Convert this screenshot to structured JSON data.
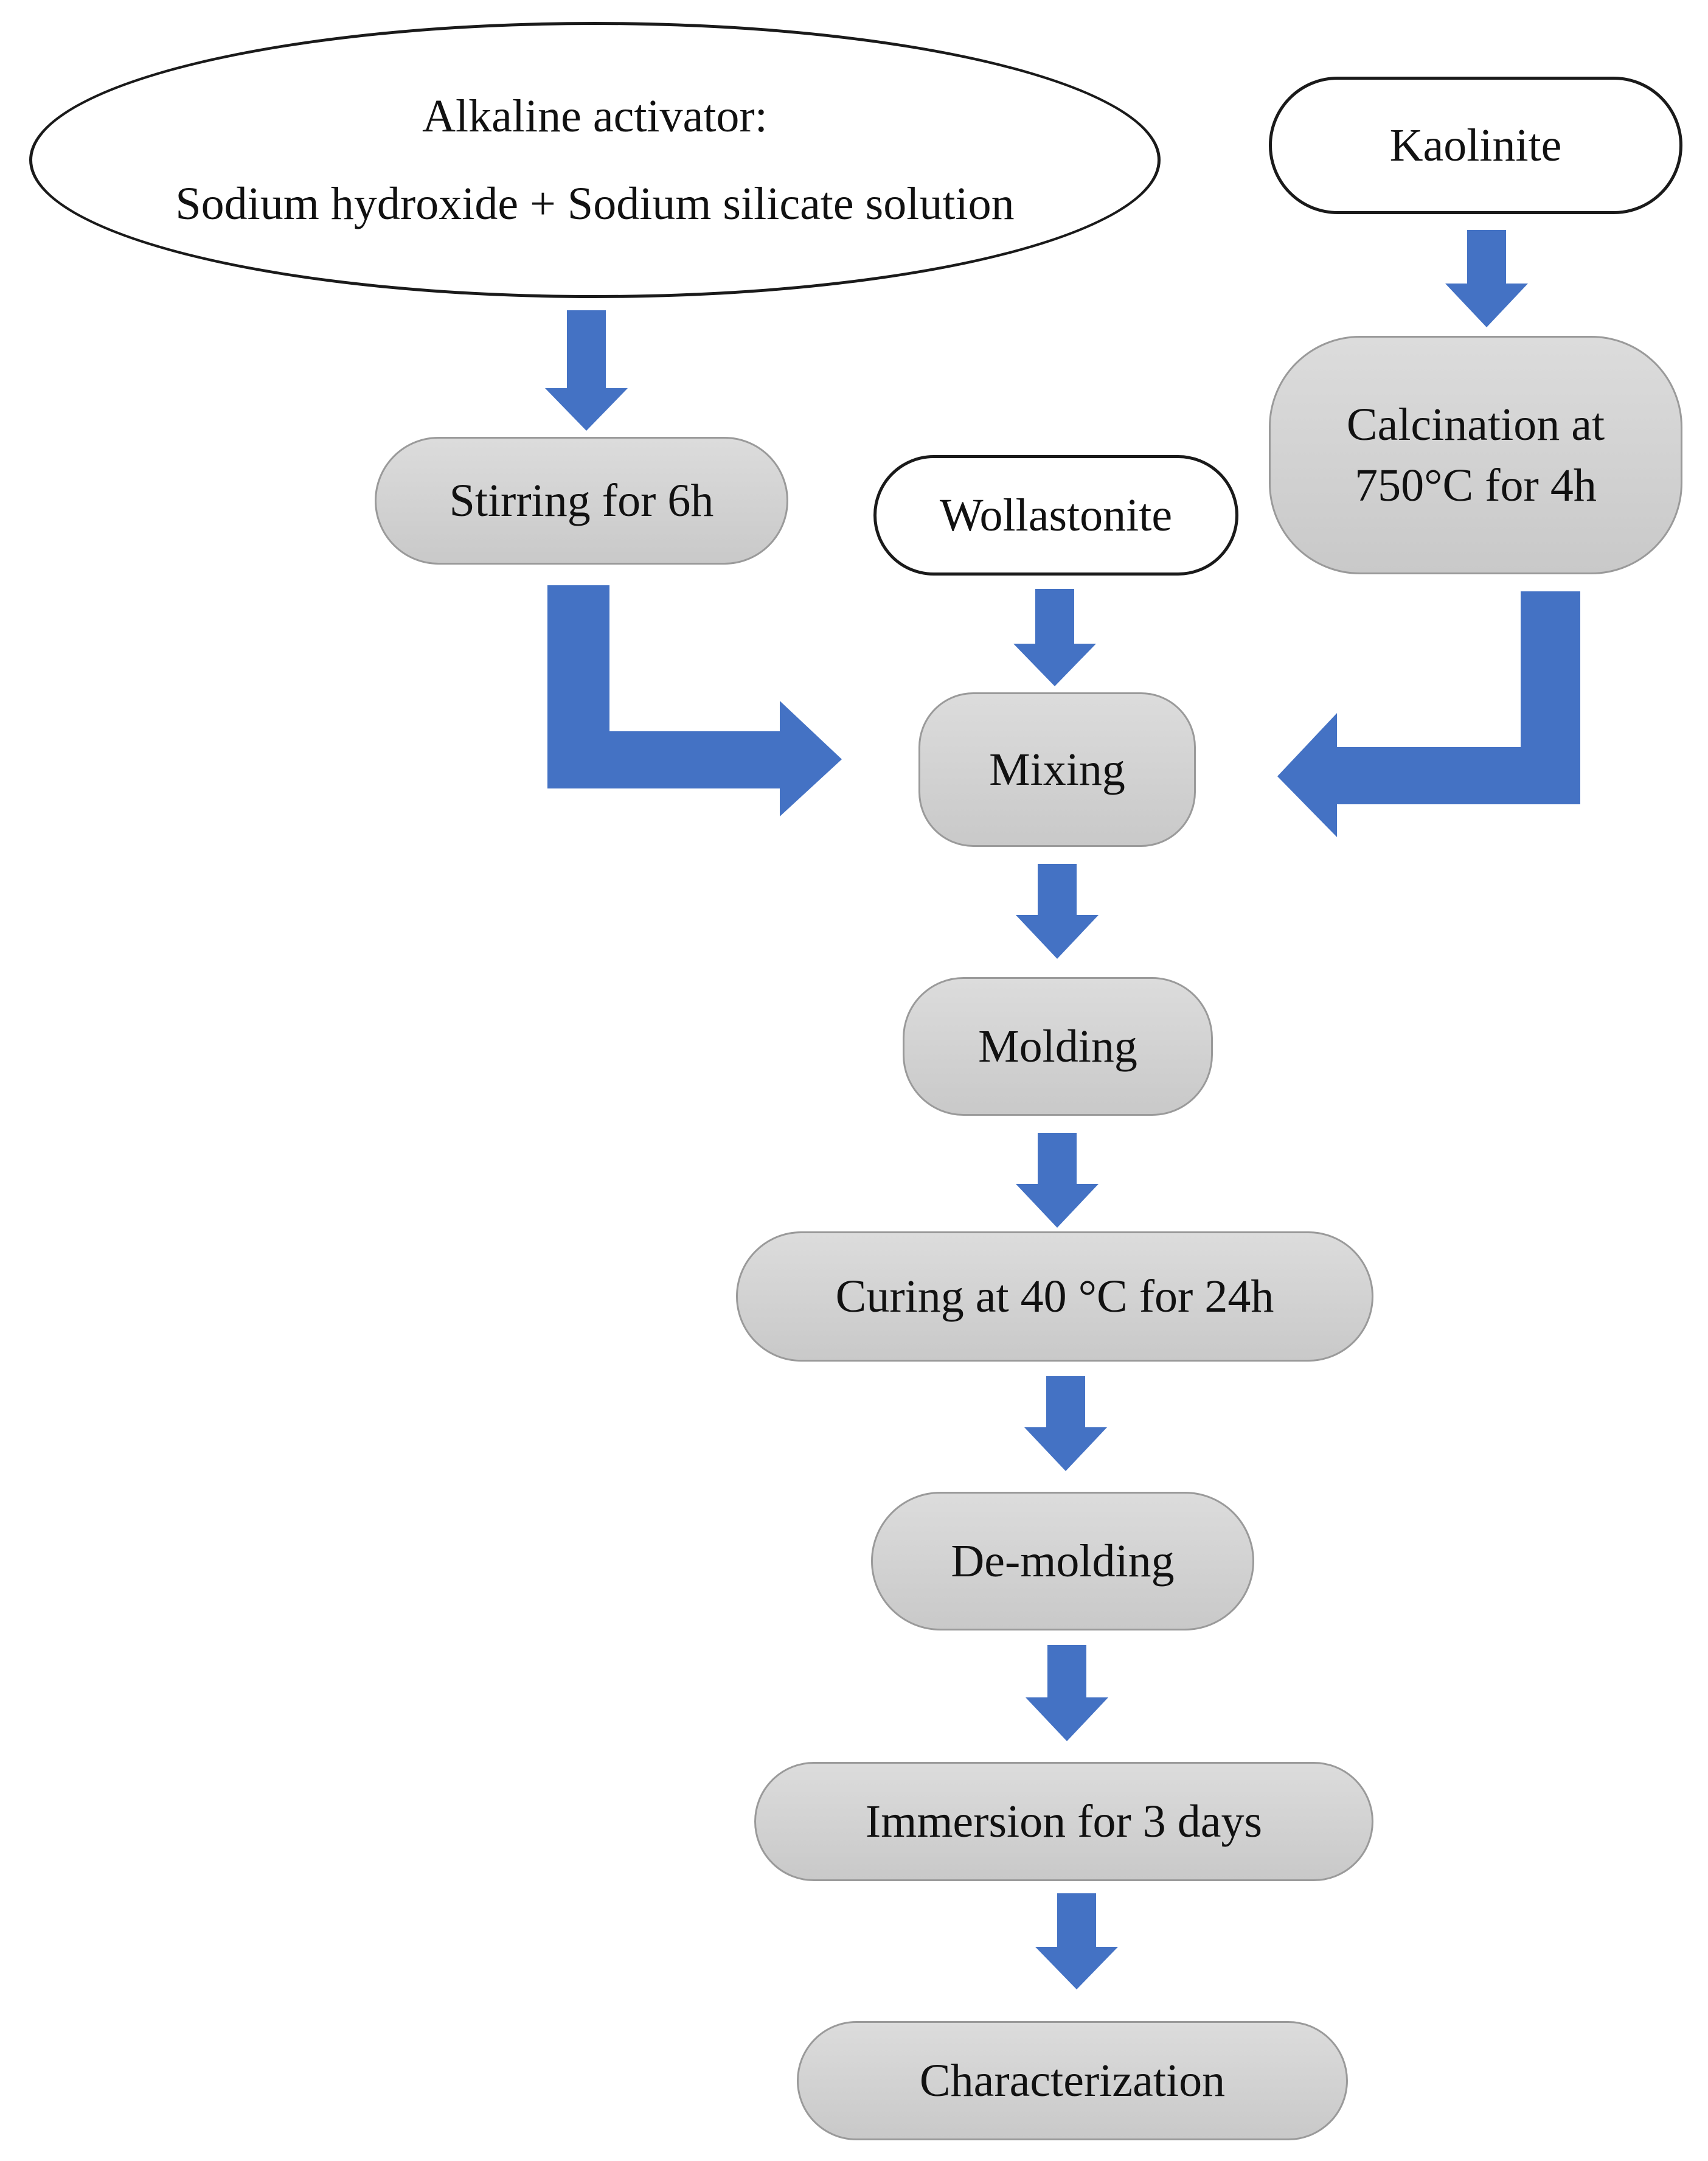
{
  "nodes": {
    "activator": {
      "line1": "Alkaline activator:",
      "line2": "Sodium hydroxide + Sodium silicate  solution"
    },
    "kaolinite": {
      "label": "Kaolinite"
    },
    "stirring": {
      "label": "Stirring  for 6h"
    },
    "wollastonite": {
      "label": "Wollastonite"
    },
    "calcination": {
      "line1": "Calcination  at",
      "line2": "750°C  for 4h"
    },
    "mixing": {
      "label": "Mixing"
    },
    "molding": {
      "label": "Molding"
    },
    "curing": {
      "label": "Curing at 40 °C for 24h"
    },
    "demolding": {
      "label": "De-molding"
    },
    "immersion": {
      "label": "Immersion  for 3 days"
    },
    "characterization": {
      "label": "Characterization"
    }
  },
  "colors": {
    "arrow": "#4472c4",
    "process_fill": "#d4d4d4",
    "input_border": "#1a1a1a"
  }
}
